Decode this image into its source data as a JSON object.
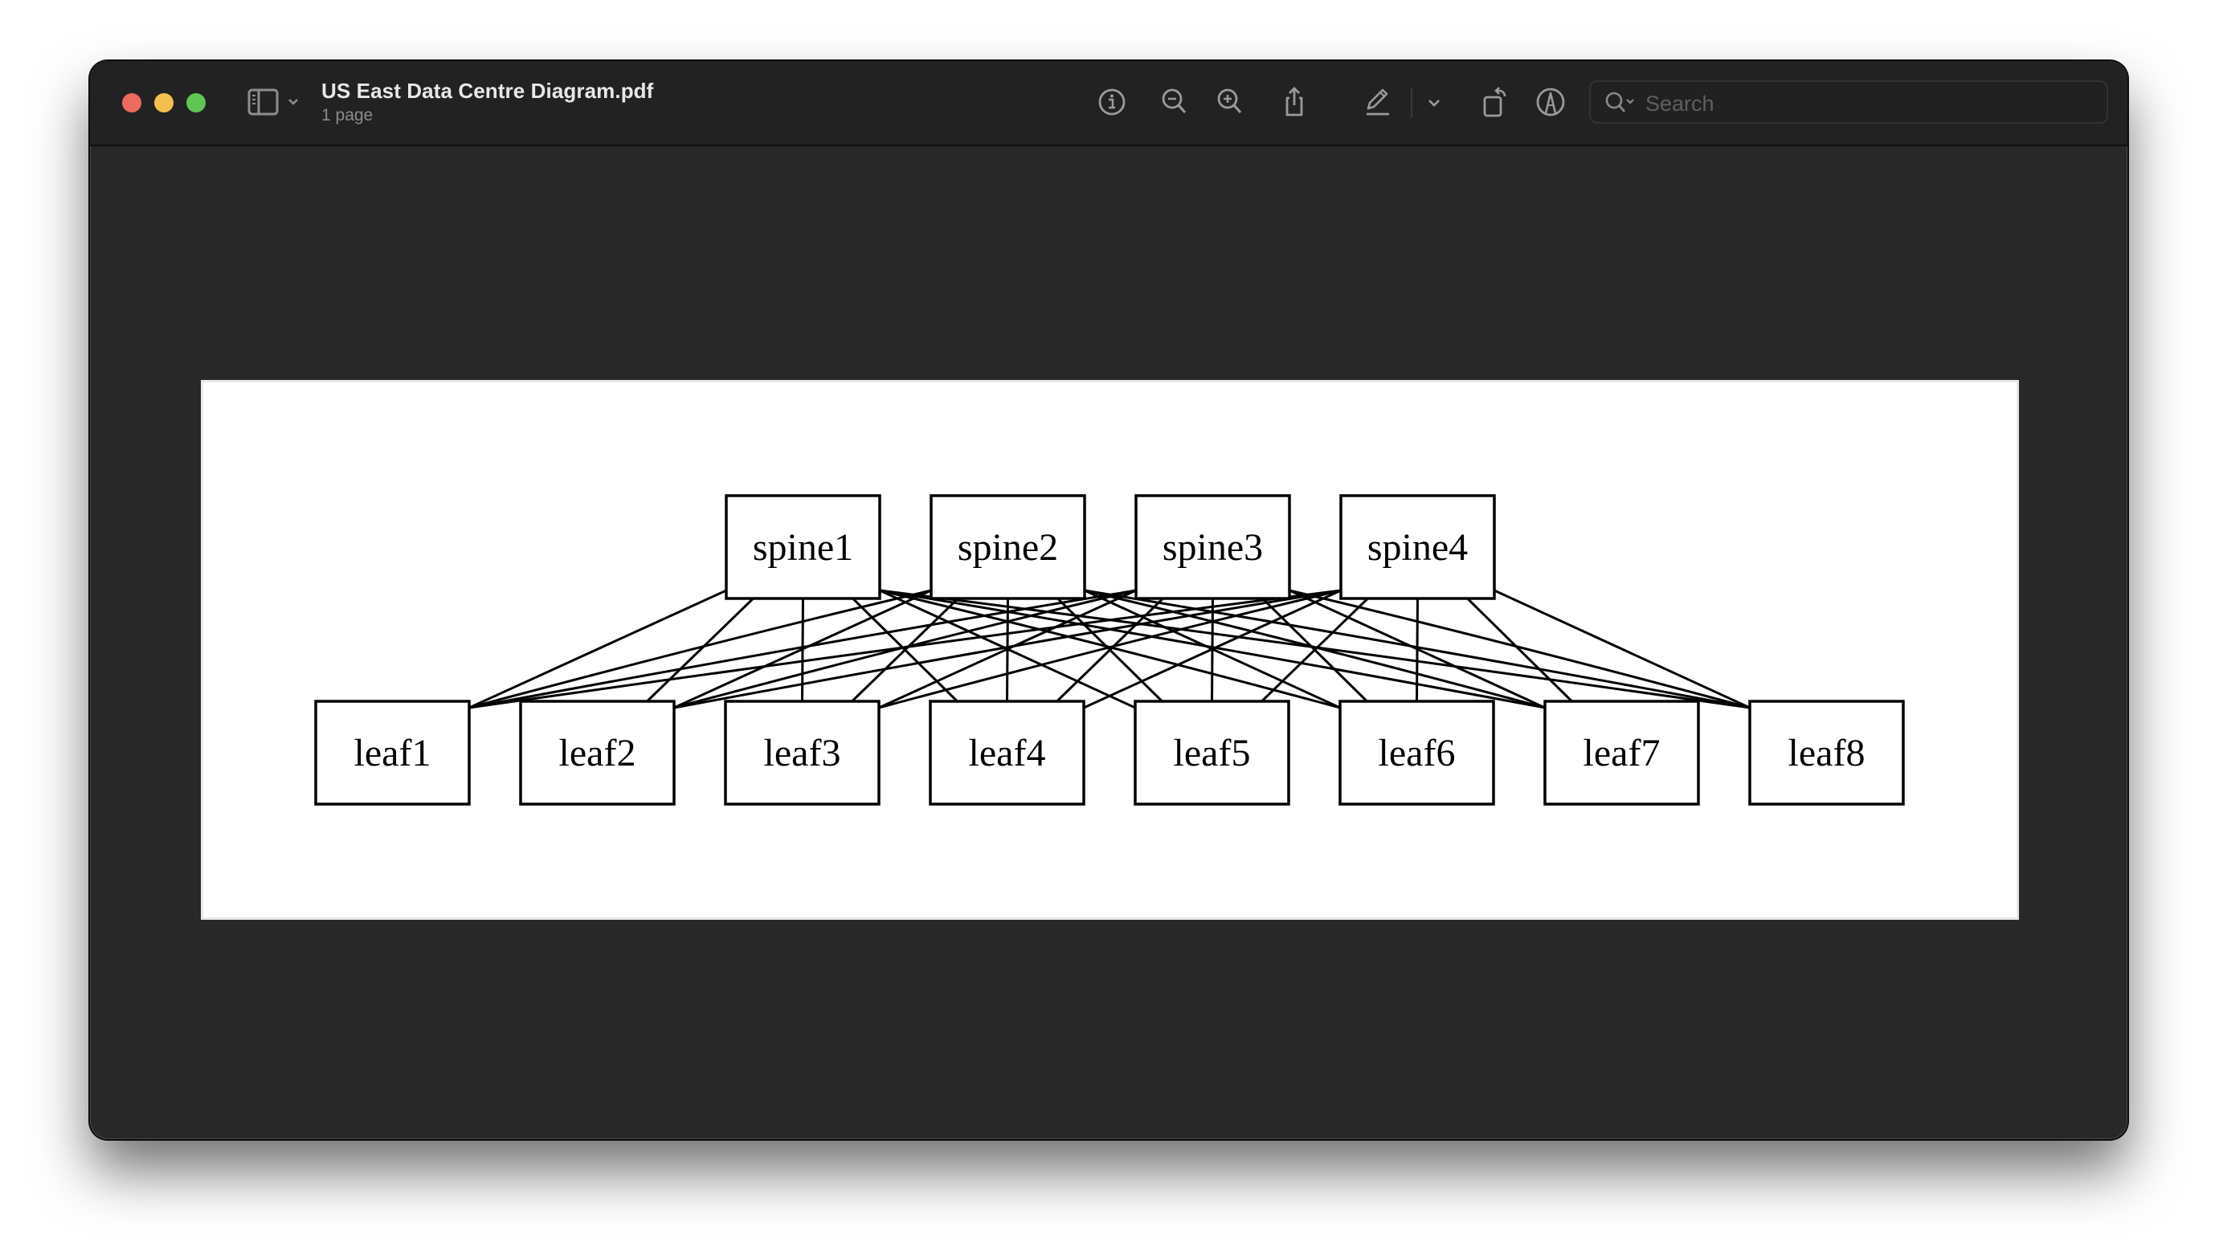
{
  "window": {
    "title": "US East Data Centre Diagram.pdf",
    "subtitle": "1 page",
    "traffic_lights": {
      "close": "#ED6A5E",
      "minimize": "#F5BF4F",
      "maximize": "#61C554"
    }
  },
  "toolbar": {
    "items": [
      {
        "name": "info-icon"
      },
      {
        "name": "zoom-out-icon"
      },
      {
        "name": "zoom-in-icon"
      },
      {
        "name": "share-icon"
      },
      {
        "name": "highlight-pencil-icon"
      },
      {
        "name": "highlight-options-chevron-icon"
      },
      {
        "name": "rotate-icon"
      },
      {
        "name": "markup-icon"
      }
    ],
    "search": {
      "placeholder": "Search",
      "value": ""
    }
  },
  "document": {
    "diagram": {
      "spines": [
        {
          "label": "spine1"
        },
        {
          "label": "spine2"
        },
        {
          "label": "spine3"
        },
        {
          "label": "spine4"
        }
      ],
      "leaves": [
        {
          "label": "leaf1"
        },
        {
          "label": "leaf2"
        },
        {
          "label": "leaf3"
        },
        {
          "label": "leaf4"
        },
        {
          "label": "leaf5"
        },
        {
          "label": "leaf6"
        },
        {
          "label": "leaf7"
        },
        {
          "label": "leaf8"
        }
      ],
      "connectivity": "full-mesh (every spine connected to every leaf)"
    }
  }
}
